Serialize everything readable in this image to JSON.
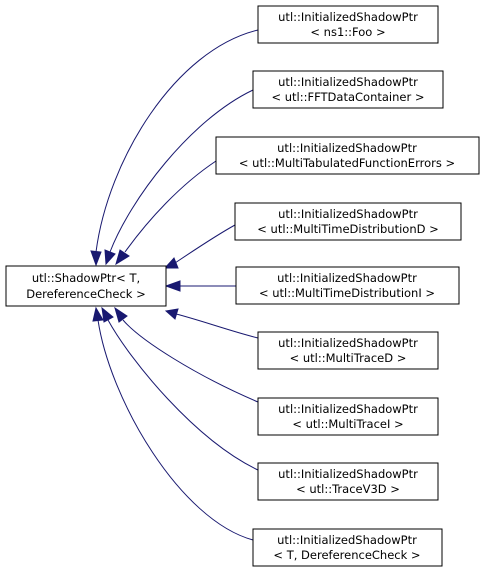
{
  "diagram": {
    "type": "inheritance-graph",
    "base": {
      "line1": "utl::ShadowPtr< T,",
      "line2": "DereferenceCheck >"
    },
    "derived": [
      {
        "line1": "utl::InitializedShadowPtr",
        "line2": "< ns1::Foo >"
      },
      {
        "line1": "utl::InitializedShadowPtr",
        "line2": "< utl::FFTDataContainer >"
      },
      {
        "line1": "utl::InitializedShadowPtr",
        "line2": "< utl::MultiTabulatedFunctionErrors >"
      },
      {
        "line1": "utl::InitializedShadowPtr",
        "line2": "< utl::MultiTimeDistributionD >"
      },
      {
        "line1": "utl::InitializedShadowPtr",
        "line2": "< utl::MultiTimeDistributionI >"
      },
      {
        "line1": "utl::InitializedShadowPtr",
        "line2": "< utl::MultiTraceD >"
      },
      {
        "line1": "utl::InitializedShadowPtr",
        "line2": "< utl::MultiTraceI >"
      },
      {
        "line1": "utl::InitializedShadowPtr",
        "line2": "< utl::TraceV3D >"
      },
      {
        "line1": "utl::InitializedShadowPtr",
        "line2": "< T, DereferenceCheck >"
      }
    ],
    "colors": {
      "edge": "#191970",
      "node_border": "#000000",
      "node_fill": "#ffffff",
      "text": "#000000",
      "background": "#ffffff"
    }
  }
}
